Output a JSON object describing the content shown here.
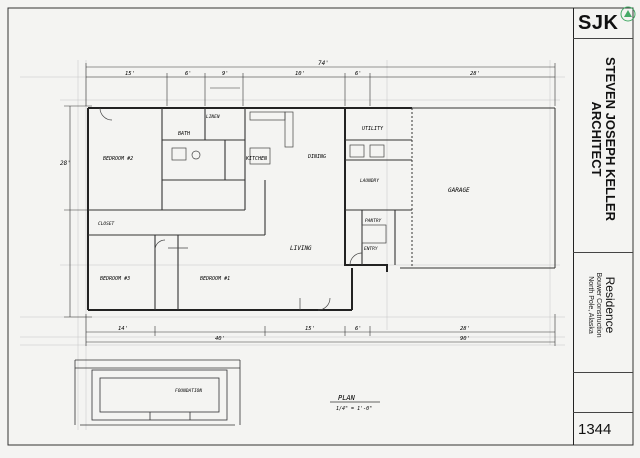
{
  "titleblock": {
    "logo": "SJK",
    "architect_name": "STEVEN JOSEPH KELLER",
    "architect_title": "ARCHITECT",
    "project_title": "Residence",
    "project_sub": "Bouwer Construction",
    "project_location": "North Pole, Alaska",
    "sheet_number": "1344"
  },
  "plan": {
    "dim_overall_top": "74'",
    "dim_top_segments": [
      "15'",
      "6'",
      "9'",
      "10'",
      "6'",
      "28'"
    ],
    "dim_left": "28'",
    "dim_bottom_segments": [
      "14'",
      "15'",
      "6'",
      "28'"
    ],
    "dim_overall_bottom": "90'",
    "dim_bottom_left": "40'",
    "rooms": {
      "bedroom2": "BEDROOM #2",
      "bath": "BATH",
      "kitchen": "KITCHEN",
      "dining": "DINING",
      "utility": "UTILITY",
      "laundry": "LAUNDRY",
      "garage": "GARAGE",
      "closet": "CLOSET",
      "pantry": "PANTRY",
      "living": "LIVING",
      "bedroom3": "BEDROOM #3",
      "bedroom_main": "BEDROOM #1",
      "entry": "ENTRY",
      "linen": "LINEN"
    },
    "plan_label": "PLAN",
    "plan_scale": "1/4\" = 1'-0\"",
    "foundation_label": "FOUNDATION"
  }
}
